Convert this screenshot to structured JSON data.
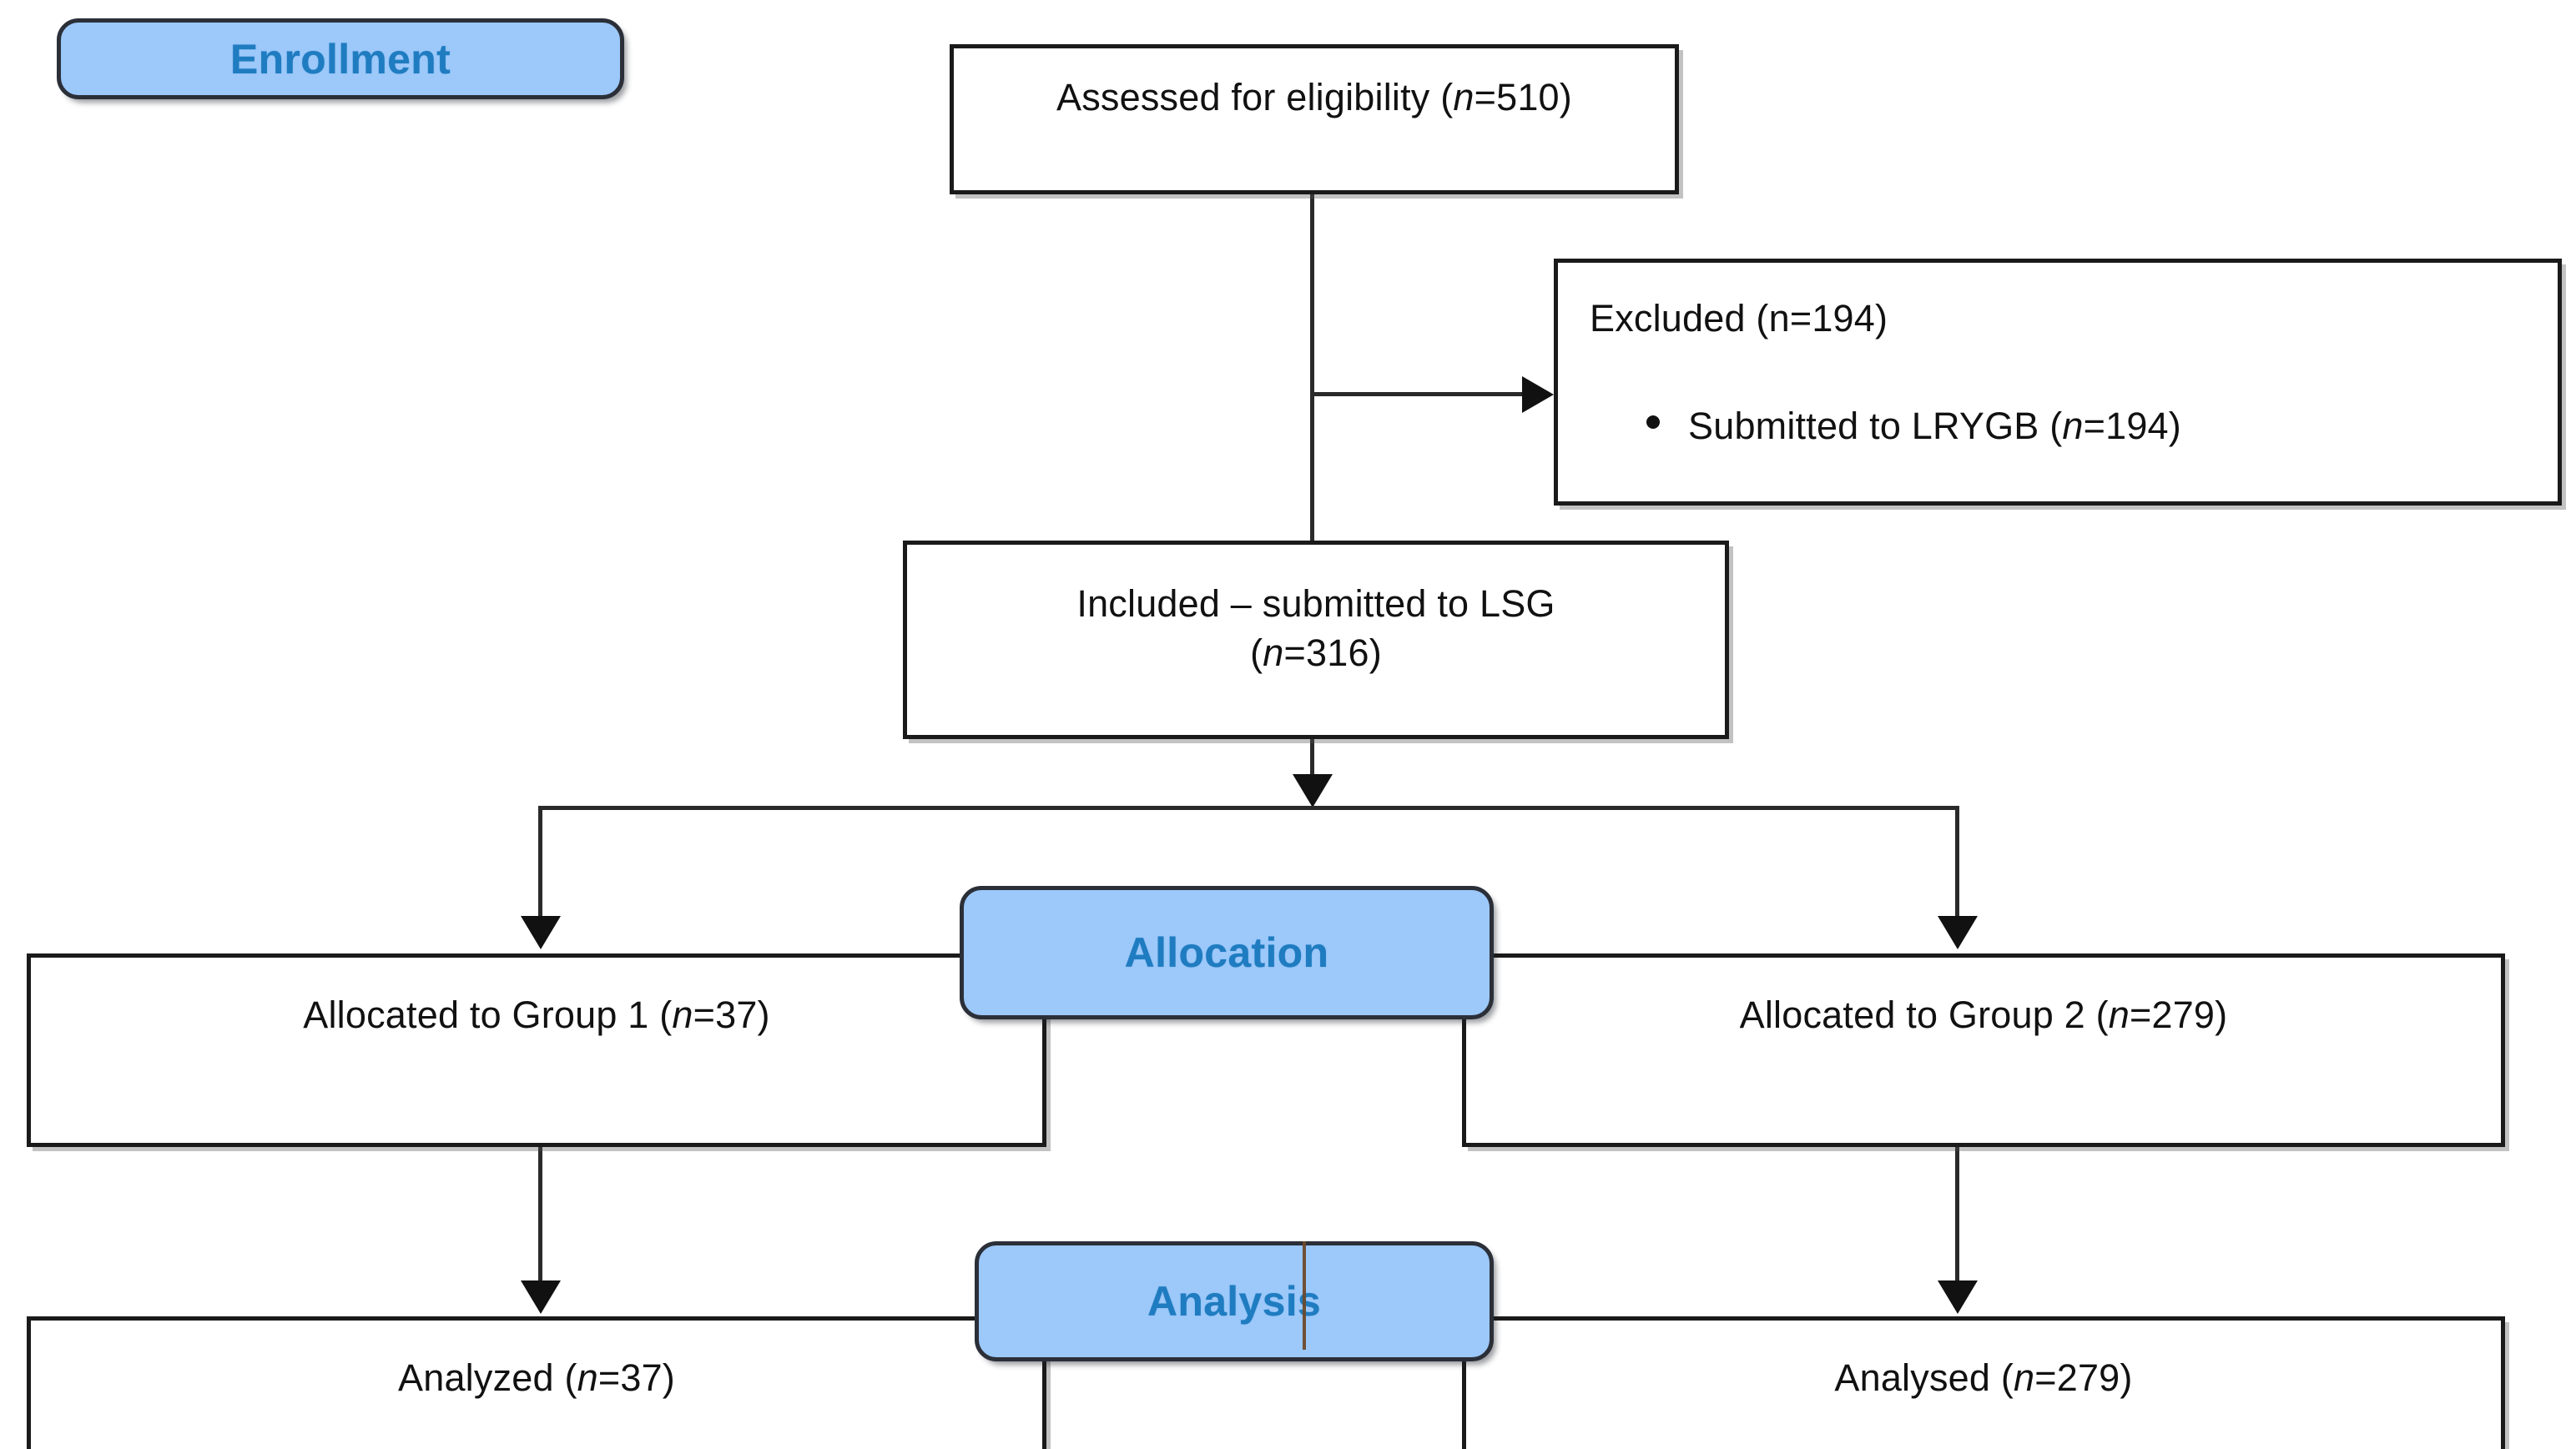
{
  "diagram": {
    "title": "CONSORT participant flow diagram",
    "accent_blue_fill": "#9CC8FA",
    "accent_blue_text": "#1F7CC0",
    "box_border": "#1A1A1A",
    "stages": {
      "enrollment": "Enrollment",
      "allocation": "Allocation",
      "analysis": "Analysis"
    },
    "nodes": {
      "assessed": {
        "text_prefix": "Assessed for eligibility (",
        "n_symbol": "n",
        "text_suffix": "=510)",
        "count": 510
      },
      "excluded": {
        "heading": "Excluded (n=194)",
        "count": 194,
        "bullets": [
          {
            "text_prefix": "Submitted to LRYGB (",
            "n_symbol": "n",
            "text_suffix": "=194)",
            "count": 194
          }
        ]
      },
      "included": {
        "line1": "Included – submitted to LSG",
        "line2_prefix": "(",
        "n_symbol": "n",
        "line2_suffix": "=316)",
        "count": 316
      },
      "alloc_group1": {
        "text_prefix": "Allocated to Group 1 (",
        "n_symbol": "n",
        "text_suffix": "=37)",
        "count": 37
      },
      "alloc_group2": {
        "text_prefix": "Allocated to Group 2 (",
        "n_symbol": "n",
        "text_suffix": "=279)",
        "count": 279
      },
      "analyzed_group1": {
        "text_prefix": "Analyzed (",
        "n_symbol": "n",
        "text_suffix": "=37)",
        "count": 37
      },
      "analysed_group2": {
        "text_prefix": "Analysed (",
        "n_symbol": "n",
        "text_suffix": "=279)",
        "count": 279
      }
    }
  }
}
